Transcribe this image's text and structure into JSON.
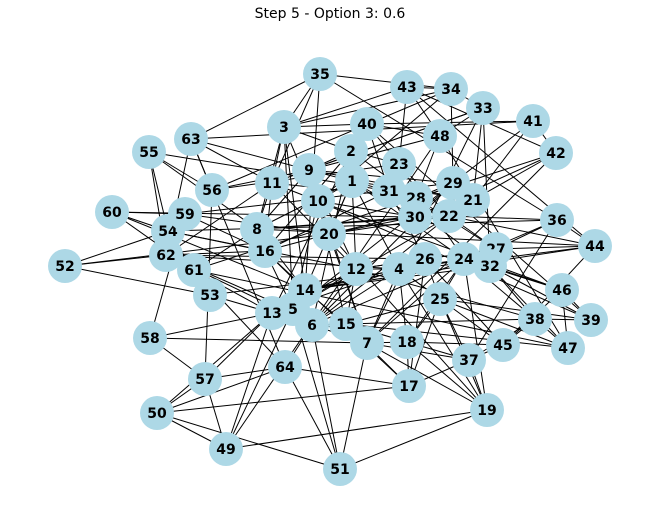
{
  "title": "Step 5 - Option 3: 0.6",
  "colors": {
    "node_fill": "#add8e6",
    "edge": "#000000",
    "label": "#000000",
    "background": "#ffffff"
  },
  "nodes": [
    {
      "id": "1"
    },
    {
      "id": "2"
    },
    {
      "id": "3"
    },
    {
      "id": "4"
    },
    {
      "id": "5"
    },
    {
      "id": "6"
    },
    {
      "id": "7"
    },
    {
      "id": "8"
    },
    {
      "id": "9"
    },
    {
      "id": "10"
    },
    {
      "id": "11"
    },
    {
      "id": "12"
    },
    {
      "id": "13"
    },
    {
      "id": "14"
    },
    {
      "id": "15"
    },
    {
      "id": "16"
    },
    {
      "id": "17"
    },
    {
      "id": "18"
    },
    {
      "id": "19"
    },
    {
      "id": "20"
    },
    {
      "id": "21"
    },
    {
      "id": "22"
    },
    {
      "id": "23"
    },
    {
      "id": "24"
    },
    {
      "id": "25"
    },
    {
      "id": "26"
    },
    {
      "id": "27"
    },
    {
      "id": "28"
    },
    {
      "id": "29"
    },
    {
      "id": "30"
    },
    {
      "id": "31"
    },
    {
      "id": "32"
    },
    {
      "id": "33"
    },
    {
      "id": "34"
    },
    {
      "id": "35"
    },
    {
      "id": "36"
    },
    {
      "id": "37"
    },
    {
      "id": "38"
    },
    {
      "id": "39"
    },
    {
      "id": "40"
    },
    {
      "id": "41"
    },
    {
      "id": "42"
    },
    {
      "id": "43"
    },
    {
      "id": "44"
    },
    {
      "id": "45"
    },
    {
      "id": "46"
    },
    {
      "id": "47"
    },
    {
      "id": "48"
    },
    {
      "id": "49"
    },
    {
      "id": "50"
    },
    {
      "id": "51"
    },
    {
      "id": "52"
    },
    {
      "id": "53"
    },
    {
      "id": "54"
    },
    {
      "id": "55"
    },
    {
      "id": "56"
    },
    {
      "id": "57"
    },
    {
      "id": "58"
    },
    {
      "id": "59"
    },
    {
      "id": "60"
    },
    {
      "id": "61"
    },
    {
      "id": "62"
    },
    {
      "id": "63"
    },
    {
      "id": "64"
    }
  ],
  "edges": [
    [
      "1",
      "2"
    ],
    [
      "1",
      "4"
    ],
    [
      "1",
      "8"
    ],
    [
      "1",
      "10"
    ],
    [
      "1",
      "12"
    ],
    [
      "1",
      "14"
    ],
    [
      "1",
      "20"
    ],
    [
      "1",
      "21"
    ],
    [
      "1",
      "24"
    ],
    [
      "1",
      "30"
    ],
    [
      "2",
      "3"
    ],
    [
      "2",
      "6"
    ],
    [
      "2",
      "9"
    ],
    [
      "2",
      "13"
    ],
    [
      "2",
      "16"
    ],
    [
      "2",
      "23"
    ],
    [
      "2",
      "28"
    ],
    [
      "2",
      "40"
    ],
    [
      "3",
      "8"
    ],
    [
      "3",
      "11"
    ],
    [
      "3",
      "20"
    ],
    [
      "3",
      "35"
    ],
    [
      "3",
      "40"
    ],
    [
      "3",
      "43"
    ],
    [
      "3",
      "34"
    ],
    [
      "3",
      "5"
    ],
    [
      "3",
      "14"
    ],
    [
      "4",
      "6"
    ],
    [
      "4",
      "7"
    ],
    [
      "4",
      "12"
    ],
    [
      "4",
      "13"
    ],
    [
      "4",
      "14"
    ],
    [
      "4",
      "18"
    ],
    [
      "4",
      "19"
    ],
    [
      "4",
      "24"
    ],
    [
      "4",
      "25"
    ],
    [
      "4",
      "26"
    ],
    [
      "4",
      "45"
    ],
    [
      "4",
      "62"
    ],
    [
      "5",
      "6"
    ],
    [
      "5",
      "10"
    ],
    [
      "5",
      "12"
    ],
    [
      "5",
      "13"
    ],
    [
      "5",
      "14"
    ],
    [
      "5",
      "22"
    ],
    [
      "5",
      "29"
    ],
    [
      "5",
      "51"
    ],
    [
      "5",
      "49"
    ],
    [
      "5",
      "16"
    ],
    [
      "6",
      "7"
    ],
    [
      "6",
      "15"
    ],
    [
      "6",
      "12"
    ],
    [
      "6",
      "22"
    ],
    [
      "6",
      "29"
    ],
    [
      "6",
      "36"
    ],
    [
      "6",
      "51"
    ],
    [
      "6",
      "62"
    ],
    [
      "7",
      "9"
    ],
    [
      "7",
      "15"
    ],
    [
      "7",
      "18"
    ],
    [
      "7",
      "20"
    ],
    [
      "7",
      "24"
    ],
    [
      "7",
      "33"
    ],
    [
      "7",
      "37"
    ],
    [
      "7",
      "42"
    ],
    [
      "7",
      "51"
    ],
    [
      "7",
      "62"
    ],
    [
      "8",
      "9"
    ],
    [
      "8",
      "11"
    ],
    [
      "8",
      "14"
    ],
    [
      "8",
      "16"
    ],
    [
      "8",
      "22"
    ],
    [
      "8",
      "30"
    ],
    [
      "8",
      "44"
    ],
    [
      "8",
      "55"
    ],
    [
      "8",
      "61"
    ],
    [
      "9",
      "10"
    ],
    [
      "9",
      "12"
    ],
    [
      "9",
      "21"
    ],
    [
      "9",
      "29"
    ],
    [
      "9",
      "48"
    ],
    [
      "9",
      "56"
    ],
    [
      "10",
      "11"
    ],
    [
      "10",
      "15"
    ],
    [
      "10",
      "20"
    ],
    [
      "10",
      "30"
    ],
    [
      "10",
      "34"
    ],
    [
      "10",
      "39"
    ],
    [
      "10",
      "46"
    ],
    [
      "11",
      "12"
    ],
    [
      "11",
      "16"
    ],
    [
      "11",
      "28"
    ],
    [
      "11",
      "33"
    ],
    [
      "11",
      "35"
    ],
    [
      "11",
      "63"
    ],
    [
      "11",
      "62"
    ],
    [
      "12",
      "13"
    ],
    [
      "12",
      "15"
    ],
    [
      "12",
      "26"
    ],
    [
      "12",
      "27"
    ],
    [
      "12",
      "38"
    ],
    [
      "12",
      "54"
    ],
    [
      "13",
      "14"
    ],
    [
      "13",
      "53"
    ],
    [
      "13",
      "57"
    ],
    [
      "13",
      "58"
    ],
    [
      "13",
      "62"
    ],
    [
      "13",
      "49"
    ],
    [
      "13",
      "50"
    ],
    [
      "14",
      "15"
    ],
    [
      "14",
      "16"
    ],
    [
      "14",
      "24"
    ],
    [
      "14",
      "32"
    ],
    [
      "14",
      "44"
    ],
    [
      "14",
      "60"
    ],
    [
      "15",
      "17"
    ],
    [
      "15",
      "18"
    ],
    [
      "15",
      "25"
    ],
    [
      "15",
      "38"
    ],
    [
      "15",
      "47"
    ],
    [
      "16",
      "17"
    ],
    [
      "16",
      "20"
    ],
    [
      "16",
      "31"
    ],
    [
      "16",
      "54"
    ],
    [
      "16",
      "59"
    ],
    [
      "16",
      "62"
    ],
    [
      "17",
      "18"
    ],
    [
      "17",
      "25"
    ],
    [
      "17",
      "37"
    ],
    [
      "17",
      "50"
    ],
    [
      "17",
      "26"
    ],
    [
      "18",
      "19"
    ],
    [
      "18",
      "24"
    ],
    [
      "18",
      "25"
    ],
    [
      "18",
      "37"
    ],
    [
      "18",
      "45"
    ],
    [
      "19",
      "20"
    ],
    [
      "19",
      "24"
    ],
    [
      "19",
      "49"
    ],
    [
      "19",
      "7"
    ],
    [
      "19",
      "25"
    ],
    [
      "19",
      "37"
    ],
    [
      "20",
      "21"
    ],
    [
      "20",
      "22"
    ],
    [
      "20",
      "30"
    ],
    [
      "20",
      "52"
    ],
    [
      "20",
      "59"
    ],
    [
      "21",
      "22"
    ],
    [
      "21",
      "29"
    ],
    [
      "21",
      "41"
    ],
    [
      "21",
      "42"
    ],
    [
      "21",
      "33"
    ],
    [
      "22",
      "23"
    ],
    [
      "22",
      "27"
    ],
    [
      "22",
      "36"
    ],
    [
      "22",
      "44"
    ],
    [
      "23",
      "24"
    ],
    [
      "23",
      "31"
    ],
    [
      "23",
      "40"
    ],
    [
      "23",
      "43"
    ],
    [
      "23",
      "56"
    ],
    [
      "24",
      "25"
    ],
    [
      "24",
      "27"
    ],
    [
      "24",
      "32"
    ],
    [
      "24",
      "38"
    ],
    [
      "24",
      "46"
    ],
    [
      "25",
      "26"
    ],
    [
      "25",
      "37"
    ],
    [
      "25",
      "39"
    ],
    [
      "25",
      "47"
    ],
    [
      "26",
      "27"
    ],
    [
      "26",
      "31"
    ],
    [
      "26",
      "45"
    ],
    [
      "26",
      "62"
    ],
    [
      "27",
      "28"
    ],
    [
      "27",
      "32"
    ],
    [
      "27",
      "44"
    ],
    [
      "27",
      "36"
    ],
    [
      "28",
      "29"
    ],
    [
      "28",
      "30"
    ],
    [
      "28",
      "48"
    ],
    [
      "28",
      "63"
    ],
    [
      "29",
      "30"
    ],
    [
      "29",
      "34"
    ],
    [
      "29",
      "41"
    ],
    [
      "29",
      "59"
    ],
    [
      "30",
      "31"
    ],
    [
      "30",
      "22"
    ],
    [
      "30",
      "42"
    ],
    [
      "30",
      "60"
    ],
    [
      "31",
      "32"
    ],
    [
      "31",
      "40"
    ],
    [
      "31",
      "55"
    ],
    [
      "32",
      "33"
    ],
    [
      "32",
      "38"
    ],
    [
      "32",
      "39"
    ],
    [
      "32",
      "47"
    ],
    [
      "32",
      "46"
    ],
    [
      "33",
      "34"
    ],
    [
      "33",
      "48"
    ],
    [
      "33",
      "9"
    ],
    [
      "34",
      "35"
    ],
    [
      "34",
      "43"
    ],
    [
      "34",
      "56"
    ],
    [
      "35",
      "36"
    ],
    [
      "35",
      "63"
    ],
    [
      "35",
      "14"
    ],
    [
      "36",
      "37"
    ],
    [
      "36",
      "44"
    ],
    [
      "36",
      "54"
    ],
    [
      "37",
      "38"
    ],
    [
      "37",
      "45"
    ],
    [
      "38",
      "39"
    ],
    [
      "38",
      "45"
    ],
    [
      "38",
      "47"
    ],
    [
      "39",
      "40"
    ],
    [
      "39",
      "46"
    ],
    [
      "40",
      "41"
    ],
    [
      "40",
      "48"
    ],
    [
      "41",
      "42"
    ],
    [
      "41",
      "63"
    ],
    [
      "42",
      "43"
    ],
    [
      "42",
      "61"
    ],
    [
      "43",
      "44"
    ],
    [
      "43",
      "48"
    ],
    [
      "44",
      "45"
    ],
    [
      "44",
      "53"
    ],
    [
      "45",
      "46"
    ],
    [
      "46",
      "47"
    ],
    [
      "47",
      "48"
    ],
    [
      "47",
      "61"
    ],
    [
      "48",
      "49"
    ],
    [
      "49",
      "50"
    ],
    [
      "49",
      "57"
    ],
    [
      "50",
      "51"
    ],
    [
      "50",
      "57"
    ],
    [
      "51",
      "19"
    ],
    [
      "51",
      "64"
    ],
    [
      "52",
      "53"
    ],
    [
      "52",
      "62"
    ],
    [
      "52",
      "54"
    ],
    [
      "53",
      "54"
    ],
    [
      "53",
      "61"
    ],
    [
      "54",
      "55"
    ],
    [
      "54",
      "59"
    ],
    [
      "55",
      "56"
    ],
    [
      "55",
      "62"
    ],
    [
      "56",
      "57"
    ],
    [
      "56",
      "63"
    ],
    [
      "57",
      "58"
    ],
    [
      "57",
      "64"
    ],
    [
      "58",
      "59"
    ],
    [
      "58",
      "7"
    ],
    [
      "59",
      "60"
    ],
    [
      "59",
      "62"
    ],
    [
      "60",
      "61"
    ],
    [
      "60",
      "54"
    ],
    [
      "61",
      "62"
    ],
    [
      "61",
      "64"
    ],
    [
      "62",
      "63"
    ],
    [
      "63",
      "64"
    ],
    [
      "64",
      "17"
    ],
    [
      "64",
      "6"
    ],
    [
      "64",
      "50"
    ]
  ]
}
